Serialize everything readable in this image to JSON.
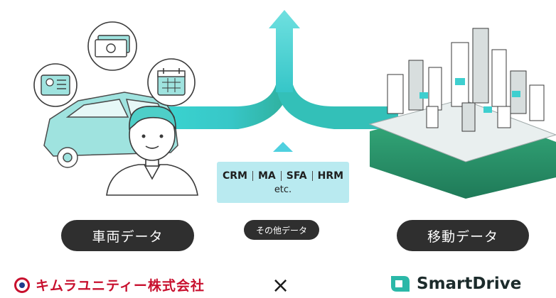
{
  "labels": {
    "vehicle_data": "車両データ",
    "other_data": "その他データ",
    "movement_data": "移動データ"
  },
  "data_box": {
    "items": [
      "CRM",
      "MA",
      "SFA",
      "HRM"
    ],
    "etc": "etc."
  },
  "logos": {
    "kimura": "キムラユニティー株式会社",
    "times": "×",
    "smartdrive": "SmartDrive"
  },
  "colors": {
    "flow": "#3ecfcf",
    "flow_dark": "#2bb8b0",
    "pill": "#2f2f2f",
    "box": "#b9eaf0",
    "platform": "#2e9e72",
    "kimura": "#c8102e"
  }
}
